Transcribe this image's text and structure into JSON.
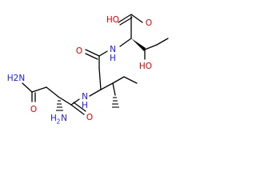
{
  "colors": {
    "bond": "#000000",
    "oxygen": "#e00000",
    "nitrogen": "#1a1aff",
    "background": "#ffffff"
  },
  "atoms": {
    "acid_oh": "HO",
    "acid_o": "O",
    "thr_oh": "HO",
    "amide_nh_1": "N",
    "amide_h_1": "H",
    "amide_o_1": "O",
    "amide_nh_2": "N",
    "amide_h_2": "H",
    "amide_o_2": "O",
    "amine": "H2N",
    "amine_h": "H",
    "amine_n": "N",
    "amine_sub": "2",
    "carboxamide_n": "H2N",
    "carboxamide_o": "O"
  }
}
